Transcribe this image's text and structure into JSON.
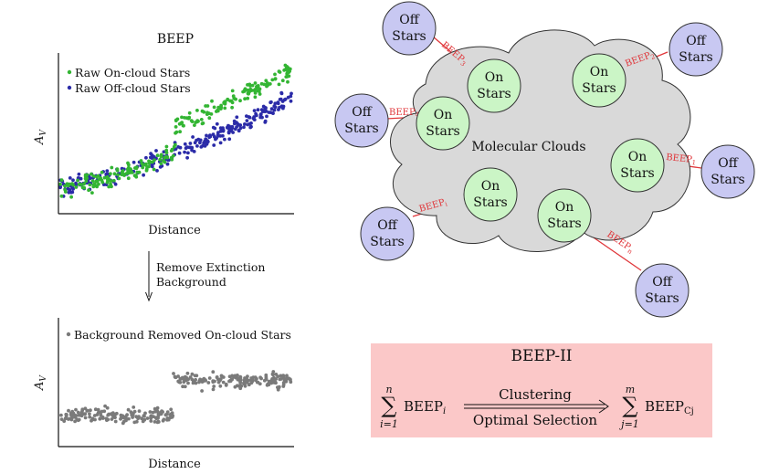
{
  "top_chart": {
    "title": "BEEP",
    "xlabel": "Distance",
    "ylabel": "A",
    "ylabel_sub": "V",
    "legend": [
      "Raw On-cloud Stars",
      "Raw Off-cloud Stars"
    ],
    "colors": {
      "on": "#33b533",
      "off": "#2b2ba8"
    }
  },
  "arrow_label": [
    "Remove Extinction",
    "Background"
  ],
  "bottom_chart": {
    "xlabel": "Distance",
    "ylabel": "A",
    "ylabel_sub": "V",
    "legend": [
      "Background Removed On-cloud Stars"
    ],
    "colors": {
      "points": "#7a7a7a"
    }
  },
  "diagram": {
    "cloud_label": "Molecular Clouds",
    "on_label": [
      "On",
      "Stars"
    ],
    "off_label": [
      "Off",
      "Stars"
    ],
    "links": [
      {
        "label": "BEEP",
        "sub": "3"
      },
      {
        "label": "BEEP",
        "sub": "2"
      },
      {
        "label": "BEEP",
        "sub": "4"
      },
      {
        "label": "BEEP",
        "sub": "1"
      },
      {
        "label": "BEEP",
        "sub": "i"
      },
      {
        "label": "BEEP",
        "sub": "n"
      }
    ],
    "colors": {
      "cloud": "#d9d9d9",
      "on": "#cbf5c6",
      "off": "#c8c8f2",
      "link": "#e0363a"
    }
  },
  "beep2": {
    "title": "BEEP-II",
    "sum1_top": "n",
    "sum1_bottom": "i=1",
    "term1": "BEEP",
    "term1_sub": "i",
    "arrow_top": "Clustering",
    "arrow_bottom": "Optimal Selection",
    "sum2_top": "m",
    "sum2_bottom": "j=1",
    "term2": "BEEP",
    "term2_sub": "Cj",
    "color": "#fbc8c8"
  }
}
